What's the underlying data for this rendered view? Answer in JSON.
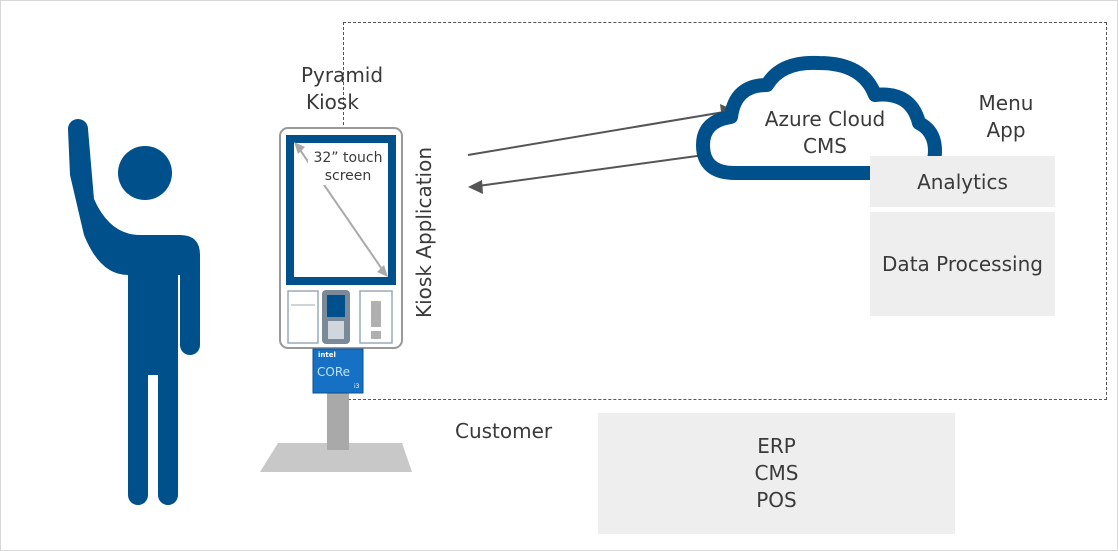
{
  "kiosk": {
    "title_line1": "Pyramid",
    "title_line2": "Kiosk",
    "screen_line1": "32” touch",
    "screen_line2": "screen",
    "badge_brand": "intel",
    "badge_text": "CORe",
    "badge_tier": "i3"
  },
  "kiosk_application_label": "Kiosk Application",
  "cloud": {
    "line1": "Azure Cloud",
    "line2": "CMS"
  },
  "menu_app": {
    "line1": "Menu",
    "line2": "App"
  },
  "analytics_label": "Analytics",
  "data_processing_label": "Data Processing",
  "customer_label": "Customer",
  "customer_systems": {
    "line1": "ERP",
    "line2": "CMS",
    "line3": "POS"
  },
  "colors": {
    "brand_blue": "#00508c",
    "box_gray": "#eeeeee",
    "arrow_gray": "#555555"
  }
}
